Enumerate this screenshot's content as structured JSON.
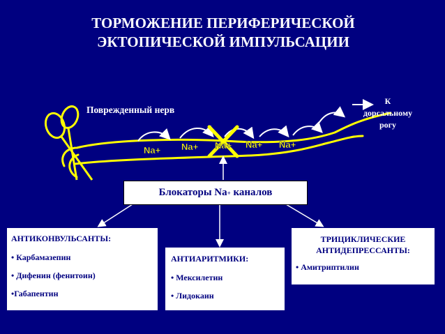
{
  "title": {
    "line1": "ТОРМОЖЕНИЕ ПЕРИФЕРИЧЕСКОЙ",
    "line2": "ЭКТОПИЧЕСКОЙ ИМПУЛЬСАЦИИ"
  },
  "nerve_label": "Поврежденный нерв",
  "destination": {
    "line1": "К",
    "line2": "дорсальному",
    "line3": "рогу"
  },
  "ions": [
    "Na+",
    "Na+",
    "Na+",
    "Na+",
    "Na+"
  ],
  "blocker": {
    "text": "Блокаторы Na",
    "sup": "+",
    "text2": " каналов"
  },
  "anticonvulsants": {
    "heading": "АНТИКОНВУЛЬСАНТЫ:",
    "items": [
      "• Карбамазепин",
      "• Дифенин (фенитоин)",
      "•Габапентин"
    ]
  },
  "antiarrhythmics": {
    "heading": "АНТИАРИТМИКИ:",
    "items": [
      "• Мексилетин",
      "• Лидокаин"
    ]
  },
  "antidepressants": {
    "heading_line1": "ТРИЦИКЛИЧЕСКИЕ",
    "heading_line2": "АНТИДЕПРЕССАНТЫ:",
    "items": [
      "• Амитриптилин"
    ]
  },
  "colors": {
    "background": "#000080",
    "nerve": "#ffff00",
    "text": "#ffffff",
    "box_text": "#000080"
  }
}
